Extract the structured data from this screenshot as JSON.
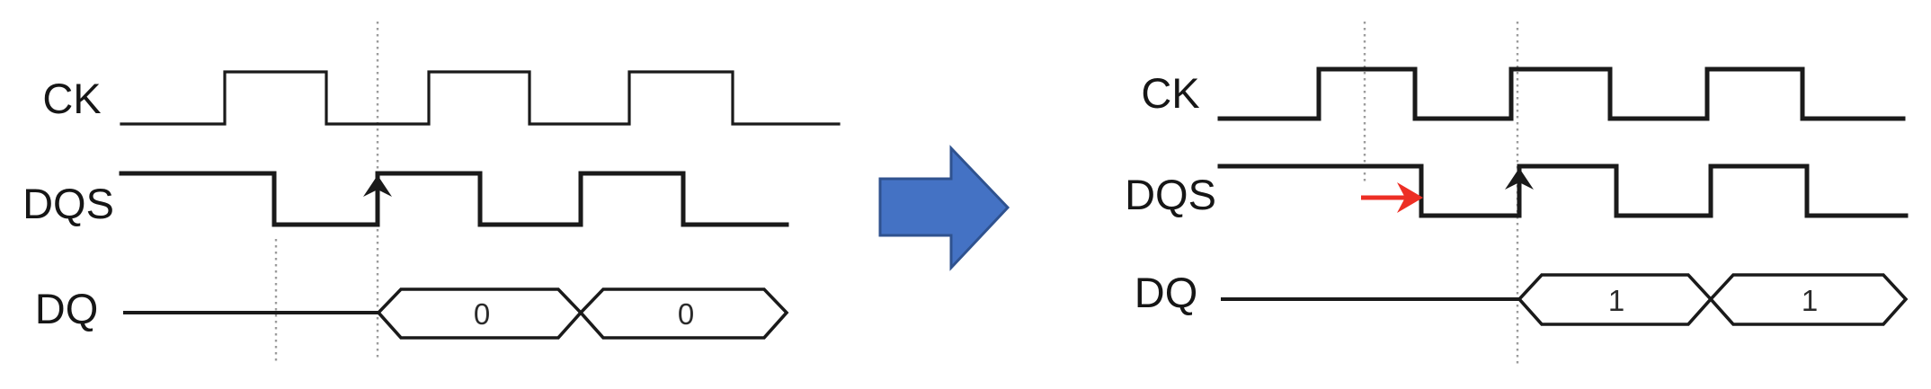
{
  "panels": {
    "left": {
      "signals": {
        "ck": "CK",
        "dqs": "DQS",
        "dq": "DQ"
      },
      "dq_values": [
        "0",
        "0"
      ]
    },
    "right": {
      "signals": {
        "ck": "CK",
        "dqs": "DQS",
        "dq": "DQ"
      },
      "dq_values": [
        "1",
        "1"
      ]
    }
  },
  "icons": {
    "transition_arrow": "blue-right-block-arrow",
    "dqs_rise_arrow_left": "black-up-arrow",
    "dqs_rise_arrow_right": "black-up-arrow",
    "dqs_shift_arrow": "red-right-arrow"
  },
  "colors": {
    "signal_line": "#1a1a1a",
    "reference_dotted": "#9c9c9c",
    "transition_arrow_fill": "#4472C4",
    "transition_arrow_border": "#2F528F",
    "shift_arrow_red": "#ED2E24"
  }
}
